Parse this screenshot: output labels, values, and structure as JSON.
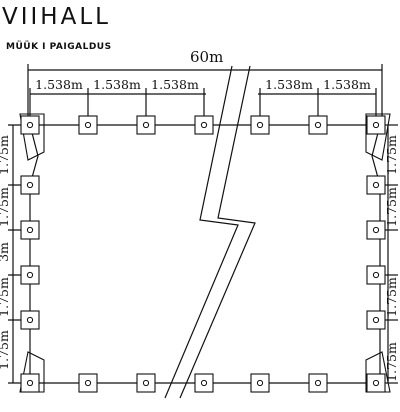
{
  "brand": {
    "logo_text": "VIIHALL",
    "tagline": "MÜÜK  I  PAIGALDUS"
  },
  "diagram": {
    "total_width_label": "60m",
    "top_spacing_labels": [
      "1.538m",
      "1.538m",
      "1.538m",
      "1.538m",
      "1.538m"
    ],
    "left_side_labels": [
      "1.75m",
      "1.75m",
      "3m",
      "1.75m",
      "1.75m"
    ],
    "right_side_labels": [
      "1.75m",
      "1.75m",
      "1.75m",
      "1.75m"
    ],
    "stroke_color": "#111111"
  }
}
